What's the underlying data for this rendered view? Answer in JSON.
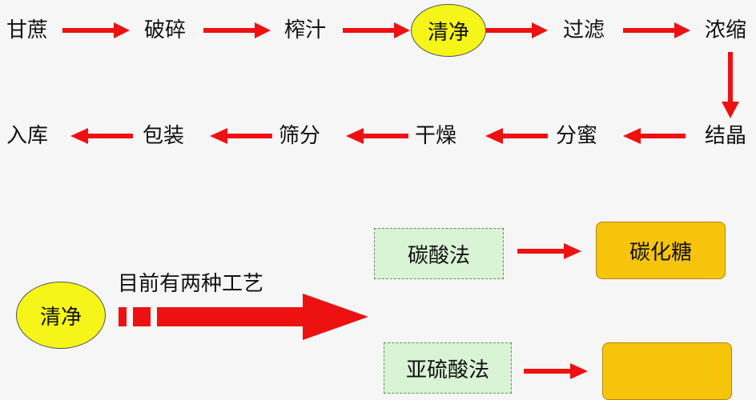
{
  "flow": {
    "row1": [
      "甘蔗",
      "破碎",
      "榨汁",
      "清净",
      "过滤",
      "浓缩"
    ],
    "row2": [
      "结晶",
      "分蜜",
      "干燥",
      "筛分",
      "包装",
      "入库"
    ]
  },
  "process": {
    "source": "清净",
    "caption": "目前有两种工艺",
    "methods": [
      {
        "name": "碳酸法",
        "result": "碳化糖"
      },
      {
        "name": "亚硫酸法",
        "result": ""
      }
    ]
  },
  "colors": {
    "arrow": "#ee1111",
    "highlight": "#f5f51a",
    "method_box": "#d9f4d4",
    "result_box": "#f7c40c"
  }
}
